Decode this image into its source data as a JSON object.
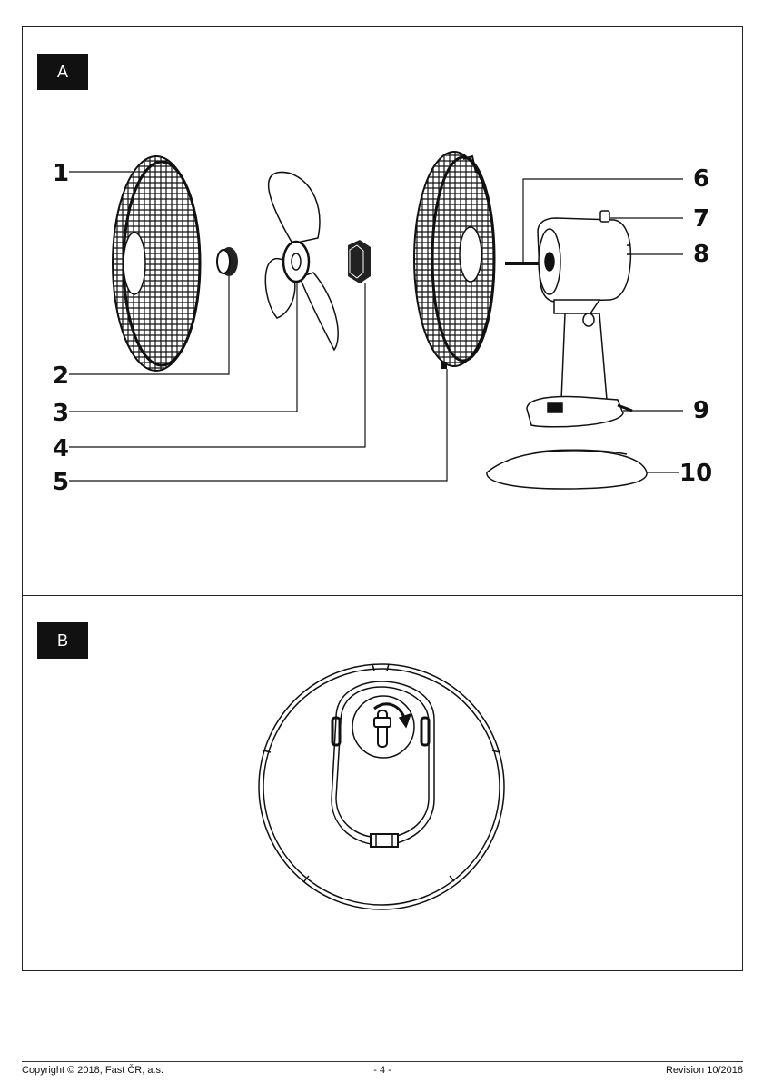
{
  "panel_a": {
    "tag": "A",
    "callouts": [
      {
        "num": "1"
      },
      {
        "num": "2"
      },
      {
        "num": "3"
      },
      {
        "num": "4"
      },
      {
        "num": "5"
      },
      {
        "num": "6"
      },
      {
        "num": "7"
      },
      {
        "num": "8"
      },
      {
        "num": "9"
      },
      {
        "num": "10"
      }
    ]
  },
  "panel_b": {
    "tag": "B"
  },
  "footer": {
    "copyright": "Copyright © 2018, Fast ČR, a.s.",
    "page": "- 4 -",
    "revision": "Revision 10/2018"
  }
}
